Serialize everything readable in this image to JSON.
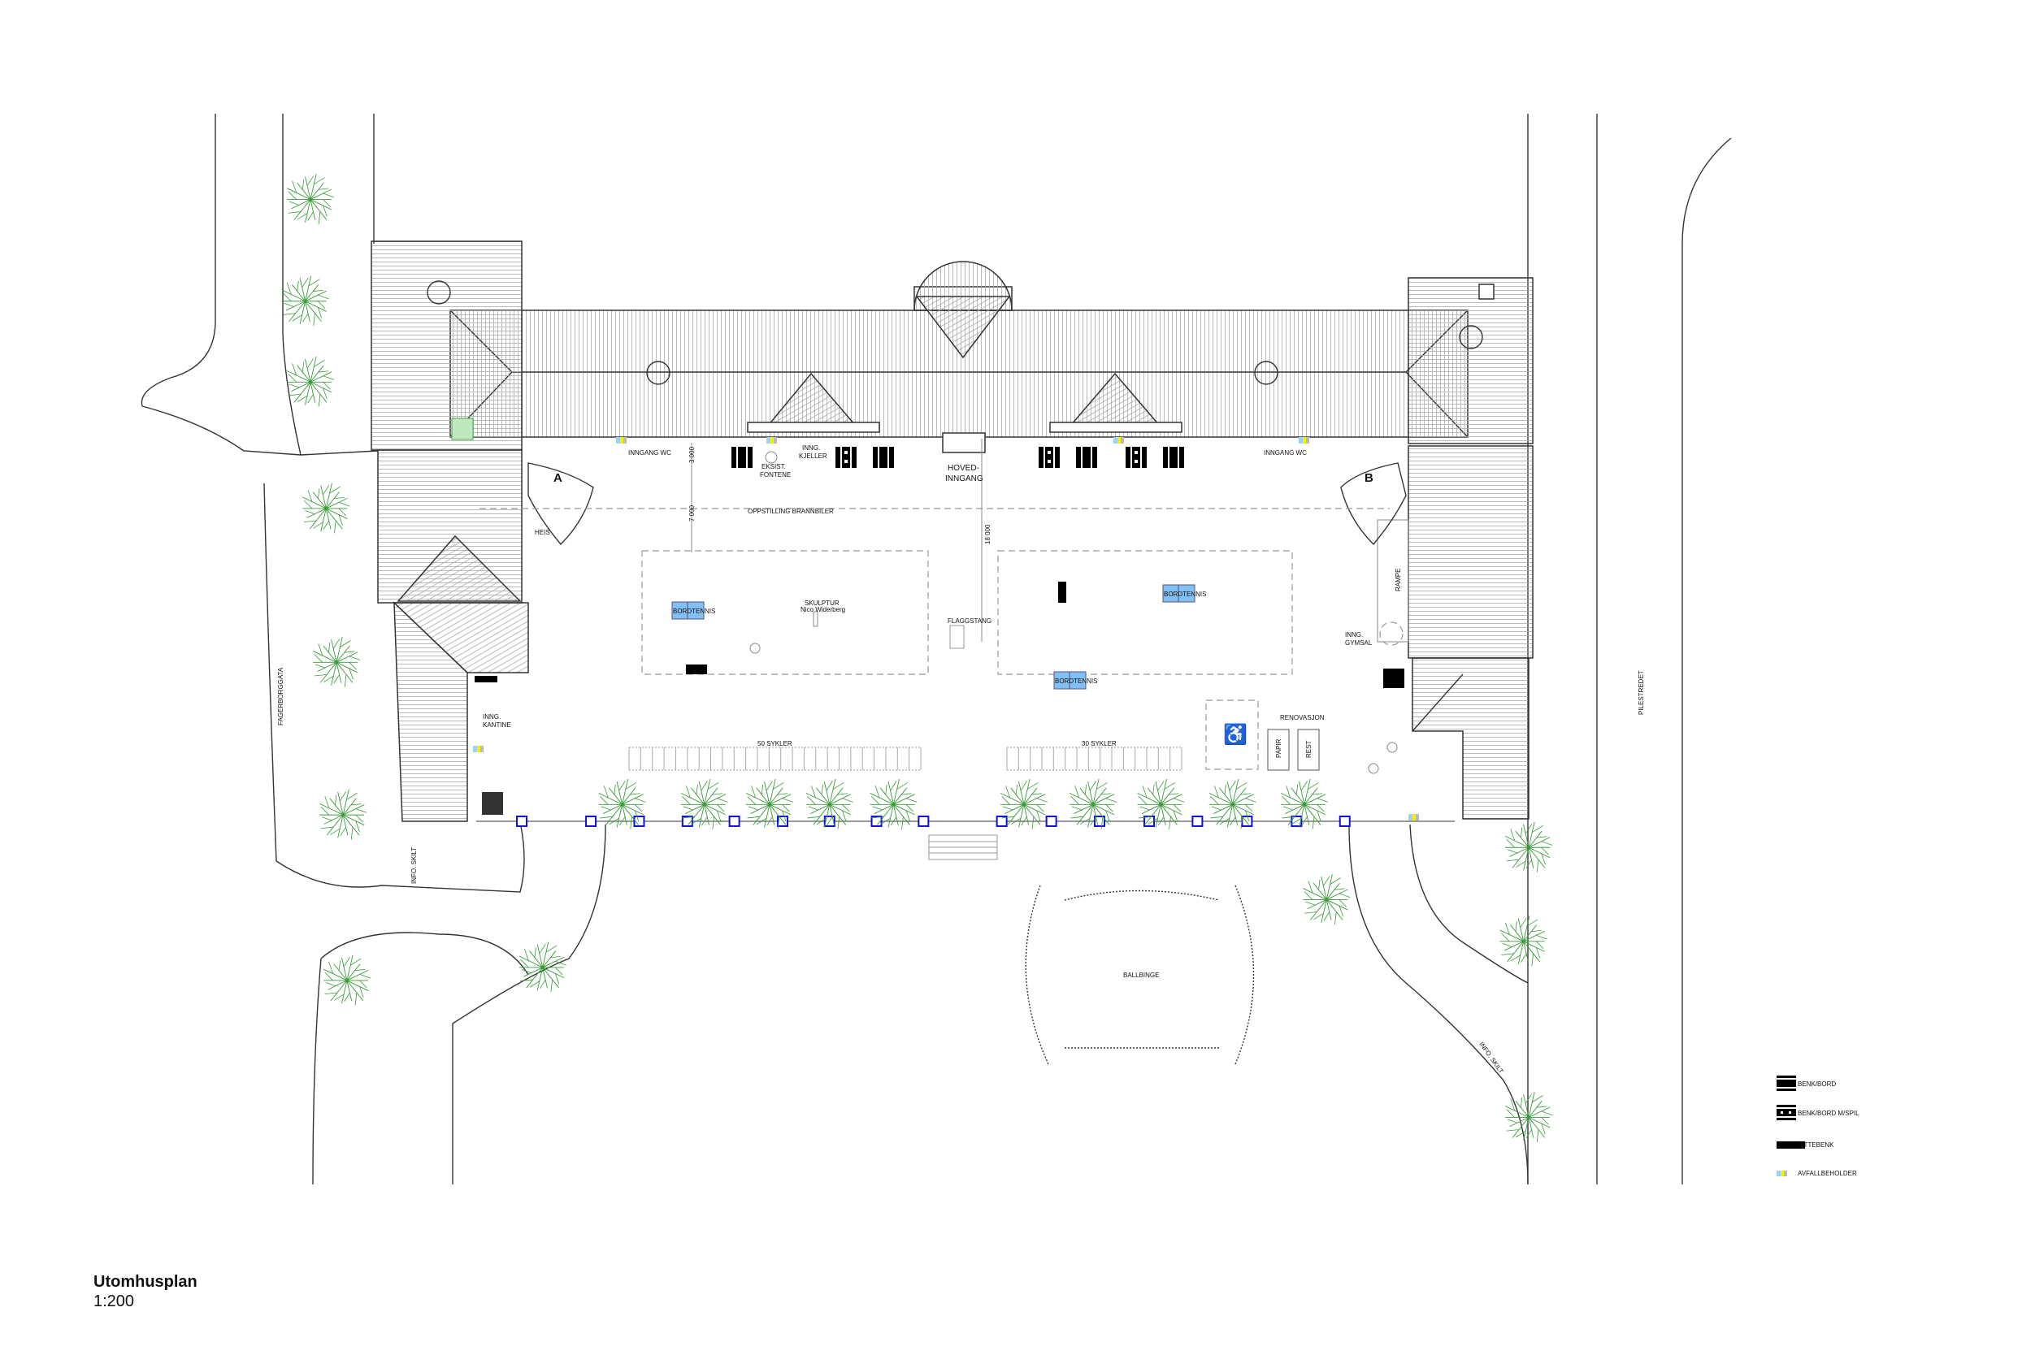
{
  "drawing": {
    "title": "Utomhusplan",
    "scale": "1:200"
  },
  "streets": {
    "west": "FAGERBORGGATA",
    "east": "PILESTREDET"
  },
  "labels": {
    "inngang_wc_left": "INNGANG WC",
    "inngang_wc_right": "INNGANG WC",
    "eksist_fontene_1": "EKSIST.",
    "eksist_fontene_2": "FONTENE",
    "inng_kjeller_1": "INNG.",
    "inng_kjeller_2": "KJELLER",
    "hovedinngang_1": "HOVED-",
    "hovedinngang_2": "INNGANG",
    "oppstilling": "OPPSTILLING  BRANNBILER",
    "stair_a": "A",
    "stair_b": "B",
    "heis": "HEIS",
    "bordtennis_1": "BORDTENNIS",
    "bordtennis_2": "BORDTENNIS",
    "bordtennis_3": "BORDTENNIS",
    "skulptur_1": "SKULPTUR",
    "skulptur_2": "Nico Widerberg",
    "flaggstang": "FLAGGSTANG",
    "inng_gymsal_1": "INNG.",
    "inng_gymsal_2": "GYMSAL",
    "rampe": "RAMPE",
    "inng_kantine_1": "INNG.",
    "inng_kantine_2": "KANTINE",
    "sykler_50": "50 SYKLER",
    "sykler_30": "30 SYKLER",
    "renovasjon": "RENOVASJON",
    "papir": "PAPIR",
    "rest": "REST",
    "info_skilt_1": "INFO. SKILT",
    "info_skilt_2": "INFO. SKILT",
    "ballbinge": "BALLBINGE"
  },
  "dimensions": {
    "d1": "3 000",
    "d2": "7 000",
    "d3": "18 000"
  },
  "legend": [
    {
      "label": "BENK/BORD",
      "icon": "bench-table-icon"
    },
    {
      "label": "BENK/BORD  M/SPIL",
      "icon": "bench-table-game-icon"
    },
    {
      "label": "SITTEBENK",
      "icon": "seating-bench-icon"
    },
    {
      "label": "AVFALLBEHOLDER",
      "icon": "waste-bin-icon"
    }
  ],
  "colors": {
    "tree": "#3a9a3a",
    "bordtennis": "#82bff5",
    "fence_post": "#1010e0",
    "bin_blue": "#9fd0f5",
    "bin_yellow": "#f5f000",
    "bin_grey": "#bbbbbb"
  }
}
